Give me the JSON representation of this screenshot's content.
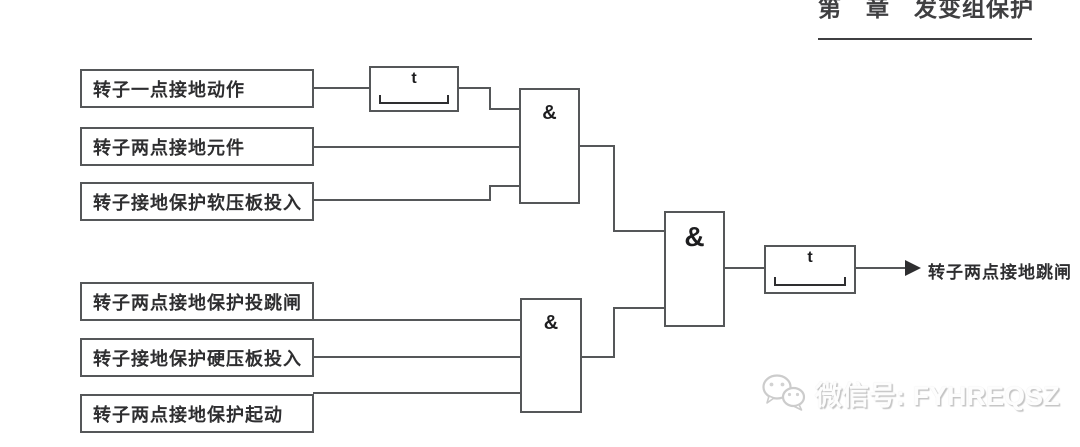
{
  "header": {
    "title": "第　章　发变组保护"
  },
  "diagram": {
    "inputs": [
      {
        "label": "转子一点接地动作"
      },
      {
        "label": "转子两点接地元件"
      },
      {
        "label": "转子接地保护软压板投入"
      },
      {
        "label": "转子两点接地保护投跳闸"
      },
      {
        "label": "转子接地保护硬压板投入"
      },
      {
        "label": "转子两点接地保护起动"
      }
    ],
    "gates": [
      {
        "symbol": "&"
      },
      {
        "symbol": "&"
      },
      {
        "symbol": "&"
      }
    ],
    "timers": [
      {
        "symbol": "t"
      },
      {
        "symbol": "t"
      }
    ],
    "output": {
      "label": "转子两点接地跳闸"
    }
  },
  "watermark": {
    "icon": "wechat-icon",
    "text": "微信号: FYHREQSZ"
  },
  "colors": {
    "line": "#555759",
    "text": "#2e2e30",
    "header_text": "#3f3f41",
    "watermark_shadow": "#c4c4c4",
    "background": "#ffffff"
  }
}
